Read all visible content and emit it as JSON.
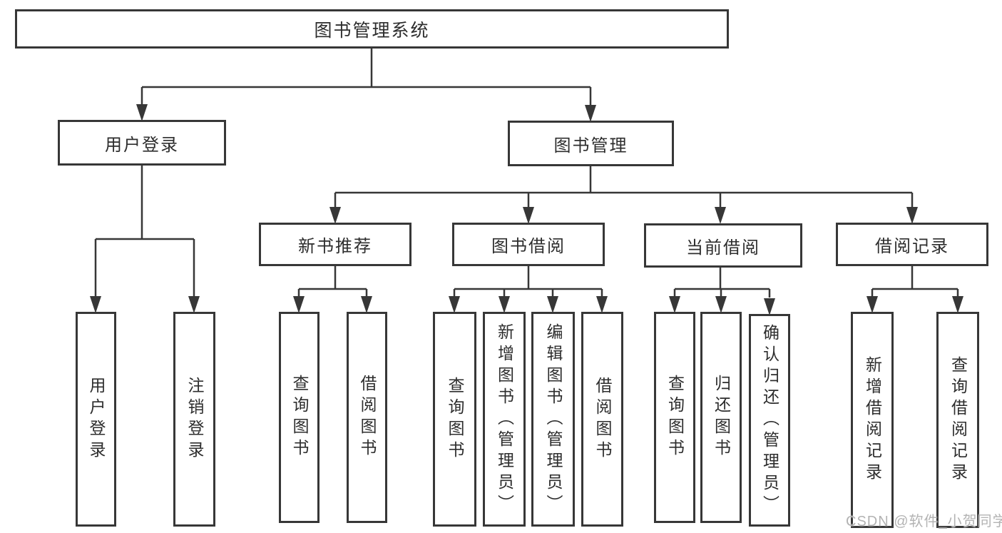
{
  "root": {
    "label": "图书管理系统"
  },
  "branches": [
    {
      "label": "用户登录",
      "children": [
        {
          "label": "用户登录"
        },
        {
          "label": "注销登录"
        }
      ]
    },
    {
      "label": "图书管理",
      "children": [
        {
          "label": "新书推荐",
          "children": [
            {
              "label": "查询图书"
            },
            {
              "label": "借阅图书"
            }
          ]
        },
        {
          "label": "图书借阅",
          "children": [
            {
              "label": "查询图书"
            },
            {
              "label": "新增图书（管理员）"
            },
            {
              "label": "编辑图书（管理员）"
            },
            {
              "label": "借阅图书"
            }
          ]
        },
        {
          "label": "当前借阅",
          "children": [
            {
              "label": "查询图书"
            },
            {
              "label": "归还图书"
            },
            {
              "label": "确认归还（管理员）"
            }
          ]
        },
        {
          "label": "借阅记录",
          "children": [
            {
              "label": "新增借阅记录"
            },
            {
              "label": "查询借阅记录"
            }
          ]
        }
      ]
    }
  ],
  "watermark": "CSDN @软件_小贺同学",
  "colors": {
    "line": "#373737",
    "border": "#373737",
    "text": "#2d2d2d",
    "background": "#ffffff",
    "watermark": "#b3b3b3"
  }
}
